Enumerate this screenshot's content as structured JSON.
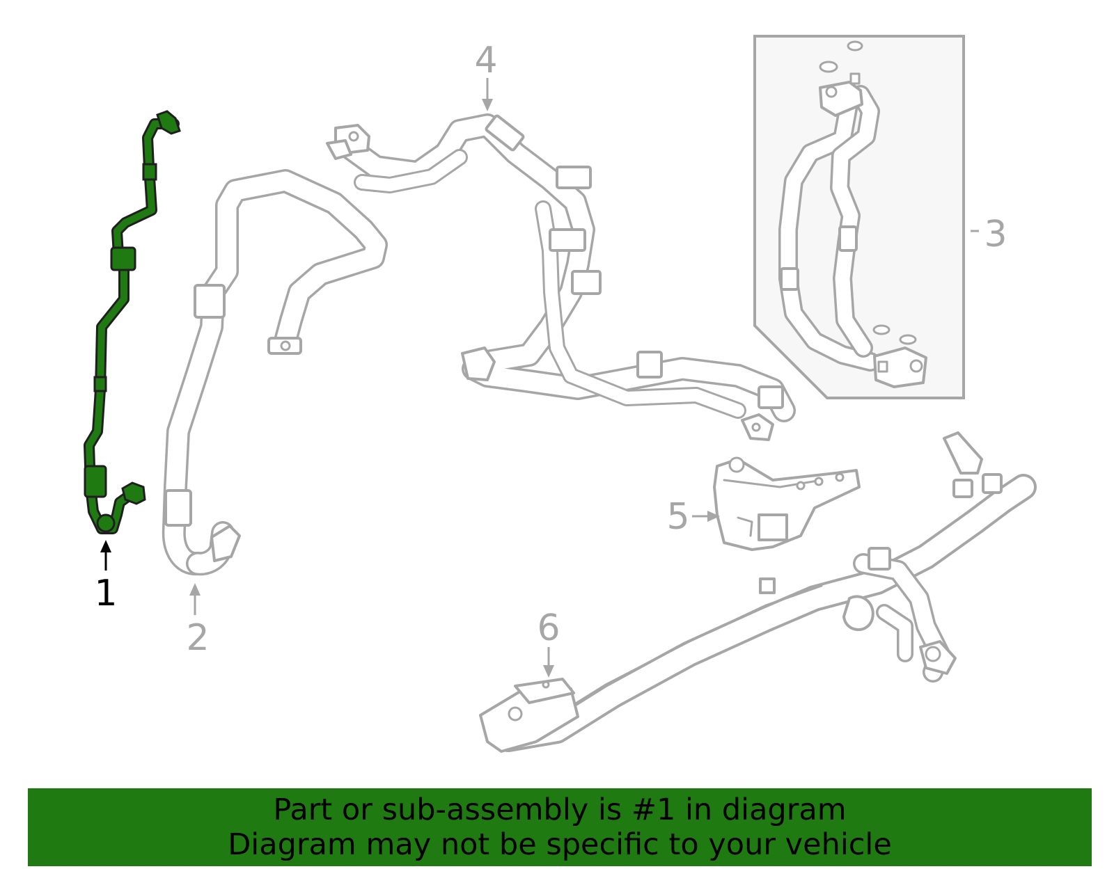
{
  "diagram": {
    "highlight_color": "#1f7a12",
    "part_color": "#a6a6a6",
    "callouts": [
      {
        "label": "1",
        "highlighted": true
      },
      {
        "label": "2",
        "highlighted": false
      },
      {
        "label": "3",
        "highlighted": false
      },
      {
        "label": "4",
        "highlighted": false
      },
      {
        "label": "5",
        "highlighted": false
      },
      {
        "label": "6",
        "highlighted": false
      }
    ]
  },
  "banner": {
    "line1": "Part or sub-assembly is #1 in diagram",
    "line2": "Diagram may not be specific to your vehicle",
    "background": "#1f7a12"
  }
}
